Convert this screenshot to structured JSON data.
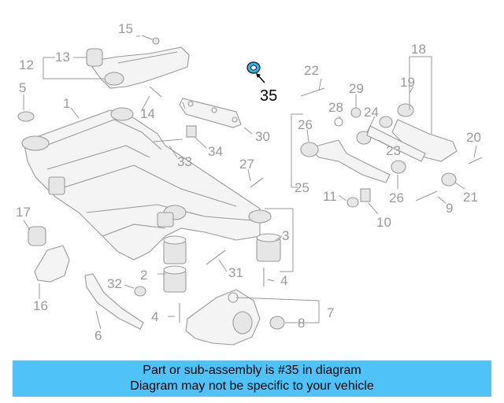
{
  "diagram": {
    "highlighted_callout": "35",
    "highlight_color": "#29b6f6",
    "callouts": [
      "1",
      "2",
      "3",
      "4",
      "4",
      "5",
      "6",
      "7",
      "8",
      "9",
      "10",
      "11",
      "12",
      "13",
      "14",
      "15",
      "16",
      "17",
      "18",
      "19",
      "20",
      "21",
      "22",
      "23",
      "24",
      "25",
      "26",
      "26",
      "27",
      "28",
      "29",
      "30",
      "31",
      "32",
      "33",
      "34"
    ]
  },
  "banner": {
    "line1": "Part or sub-assembly is #35 in diagram",
    "line2": "Diagram may not be specific to your vehicle",
    "color": "#4fc3f7"
  }
}
